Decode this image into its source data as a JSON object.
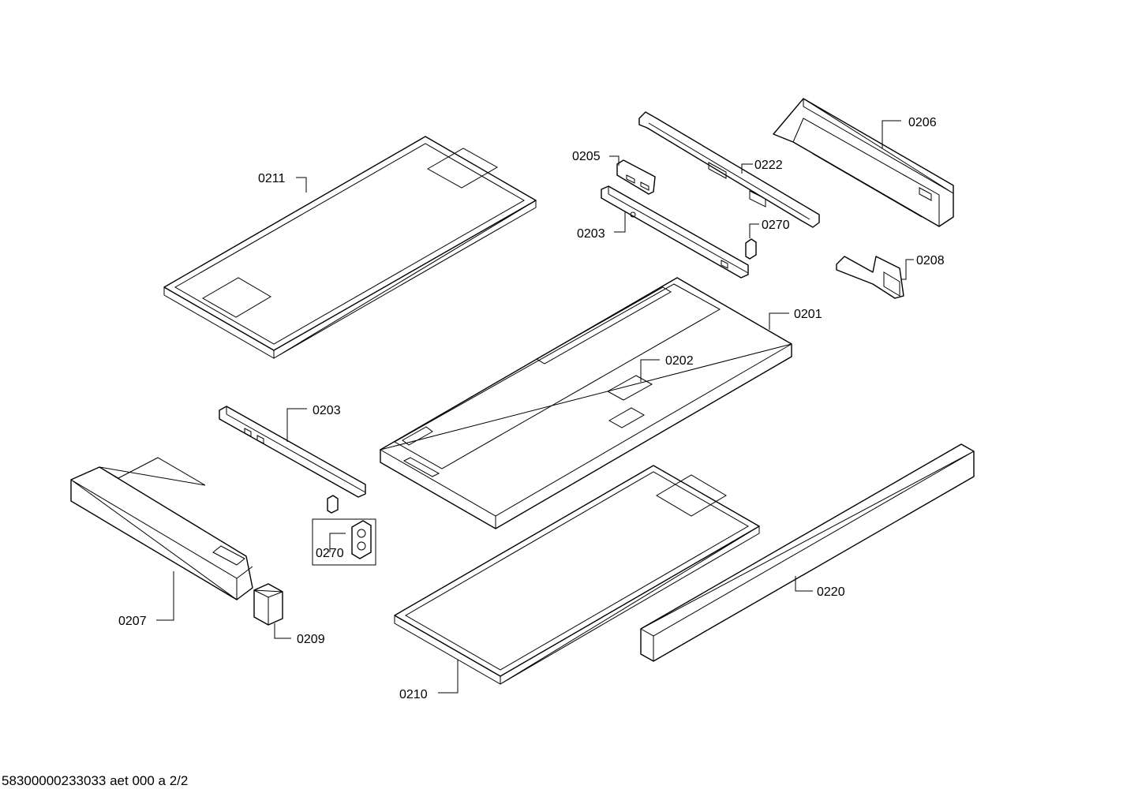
{
  "labels": {
    "p0211": "0211",
    "p0205": "0205",
    "p0222": "0222",
    "p0206": "0206",
    "p0270a": "0270",
    "p0203a": "0203",
    "p0208": "0208",
    "p0201": "0201",
    "p0202": "0202",
    "p0203b": "0203",
    "p0270b": "0270",
    "p0207": "0207",
    "p0209": "0209",
    "p0210": "0210",
    "p0220": "0220"
  },
  "footer": {
    "doc_id": "58300000233033 aet 000 a 2/2"
  }
}
